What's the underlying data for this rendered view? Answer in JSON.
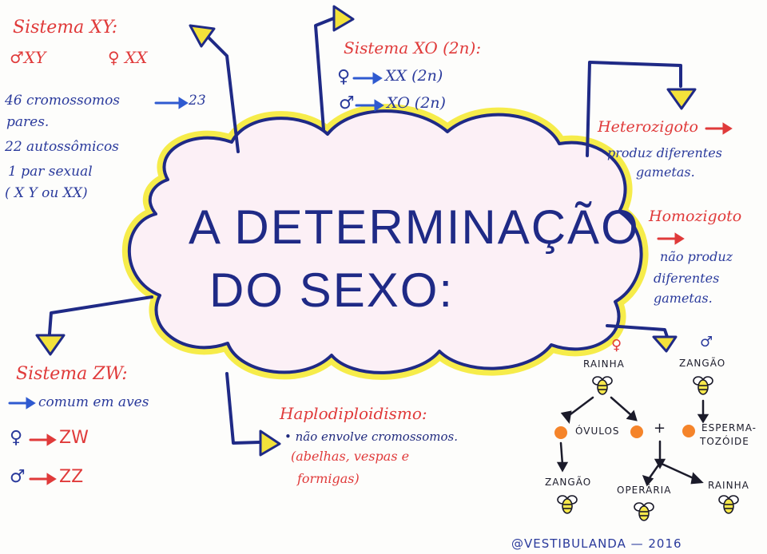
{
  "title": {
    "line1": "A DETERMINAÇÃO",
    "line2": "DO SEXO:"
  },
  "xy": {
    "heading": "Sistema XY:",
    "male": "♂XY",
    "female": "♀ XX",
    "line1a": "46 cromossomos",
    "line1b": "23",
    "line2": "pares.",
    "line3": "22 autossômicos",
    "line4": "1 par sexual",
    "line5": "( X Y ou XX)"
  },
  "xo": {
    "heading": "Sistema XO (2n):",
    "female_sym": "♀",
    "female_val": "XX (2n)",
    "male_sym": "♂",
    "male_val": "XO (2n)"
  },
  "hetero": {
    "heading": "Heterozigoto",
    "line1": "produz diferentes",
    "line2": "gametas."
  },
  "homo": {
    "heading": "Homozigoto",
    "line1": "não produz",
    "line2": "diferentes",
    "line3": "gametas."
  },
  "zw": {
    "heading": "Sistema ZW:",
    "line1": "comum em aves",
    "female_sym": "♀",
    "female_val": "ZW",
    "male_sym": "♂",
    "male_val": "ZZ"
  },
  "haplo": {
    "heading": "Haplodiploidismo:",
    "line1": "• não envolve cromossomos.",
    "line2": "(abelhas, vespas e",
    "line3": "formigas)"
  },
  "bees": {
    "female_sym": "♀",
    "male_sym": "♂",
    "rainha_top": "RAINHA",
    "zangao_top": "ZANGÃO",
    "ovulos": "ÓVULOS",
    "plus": "+",
    "esperma1": "ESPERMA-",
    "esperma2": "TOZÓIDE",
    "zangao_bottom": "ZANGÃO",
    "operaria": "OPERÁRIA",
    "rainha_bottom": "RAINHA"
  },
  "credit": "@VESTIBULANDA — 2016",
  "colors": {
    "navy_line": "#1f2a86",
    "red_text": "#e03a3a",
    "blue_arrow": "#2f5ad0",
    "arrowhead_fill": "#f3e23a",
    "cloud_fill": "#fcf0f6",
    "cloud_glow": "#f6ec4a",
    "egg_orange": "#f5842a",
    "bee_yellow": "#f7e84b"
  }
}
